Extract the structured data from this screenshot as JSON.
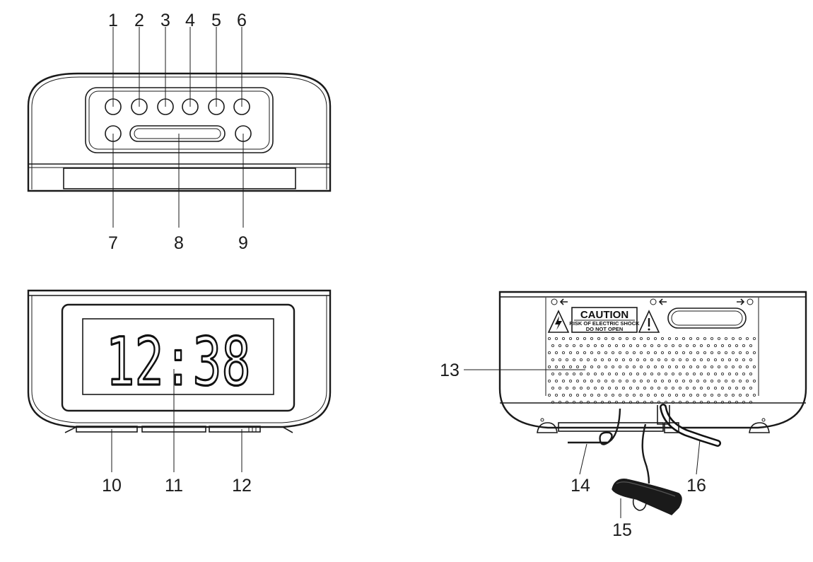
{
  "callouts": {
    "c1": "1",
    "c2": "2",
    "c3": "3",
    "c4": "4",
    "c5": "5",
    "c6": "6",
    "c7": "7",
    "c8": "8",
    "c9": "9",
    "c10": "10",
    "c11": "11",
    "c12": "12",
    "c13": "13",
    "c14": "14",
    "c15": "15",
    "c16": "16"
  },
  "display": {
    "time": "12:38"
  },
  "caution_label": {
    "title": "CAUTION",
    "line1": "RISK OF ELECTRIC SHOCK",
    "line2": "DO NOT OPEN"
  }
}
